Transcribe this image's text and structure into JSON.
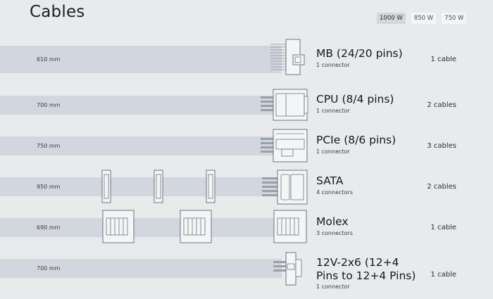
{
  "page": {
    "title": "Cables"
  },
  "wattage_selector": [
    {
      "label": "1000 W",
      "active": true
    },
    {
      "label": "850 W",
      "active": false
    },
    {
      "label": "750 W",
      "active": false
    }
  ],
  "cables": [
    {
      "name": "MB (24/20 pins)",
      "connectors": "1 connector",
      "length": "610 mm",
      "count": "1 cable"
    },
    {
      "name": "CPU (8/4 pins)",
      "connectors": "1 connector",
      "length": "700 mm",
      "count": "2 cables"
    },
    {
      "name": "PCIe (8/6 pins)",
      "connectors": "1 connector",
      "length": "750 mm",
      "count": "3 cables"
    },
    {
      "name": "SATA",
      "connectors": "4 connectors",
      "length": "950 mm",
      "count": "2 cables"
    },
    {
      "name": "Molex",
      "connectors": "3 connectors",
      "length": "690 mm",
      "count": "1 cable"
    },
    {
      "name": "12V-2x6 (12+4 Pins to 12+4 Pins)",
      "connectors": "1 connector",
      "length": "700 mm",
      "count": "1 cable"
    }
  ]
}
